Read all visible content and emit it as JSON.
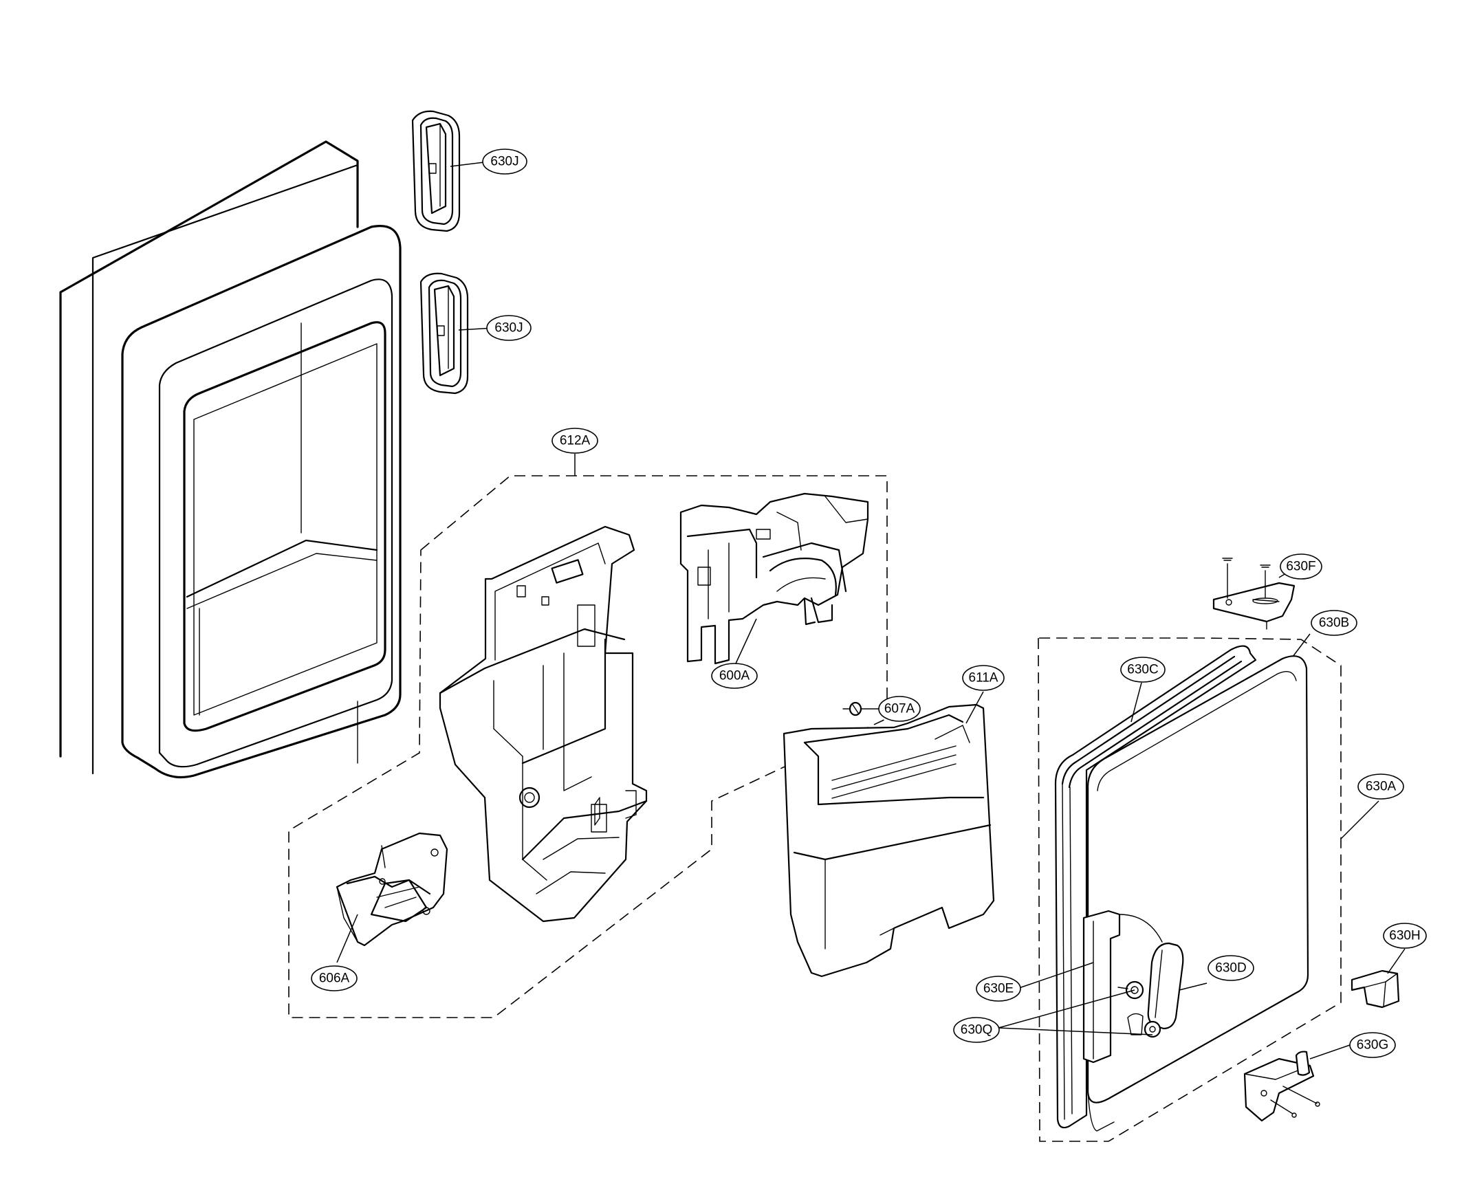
{
  "callouts": [
    {
      "id": "630J_upper",
      "label": "630J"
    },
    {
      "id": "630J_lower",
      "label": "630J"
    },
    {
      "id": "612A",
      "label": "612A"
    },
    {
      "id": "600A",
      "label": "600A"
    },
    {
      "id": "607A",
      "label": "607A"
    },
    {
      "id": "611A",
      "label": "611A"
    },
    {
      "id": "630C",
      "label": "630C"
    },
    {
      "id": "630F",
      "label": "630F"
    },
    {
      "id": "630B",
      "label": "630B"
    },
    {
      "id": "630A",
      "label": "630A"
    },
    {
      "id": "630H",
      "label": "630H"
    },
    {
      "id": "630D",
      "label": "630D"
    },
    {
      "id": "630E",
      "label": "630E"
    },
    {
      "id": "630Q",
      "label": "630Q"
    },
    {
      "id": "630G",
      "label": "630G"
    },
    {
      "id": "606A",
      "label": "606A"
    }
  ]
}
